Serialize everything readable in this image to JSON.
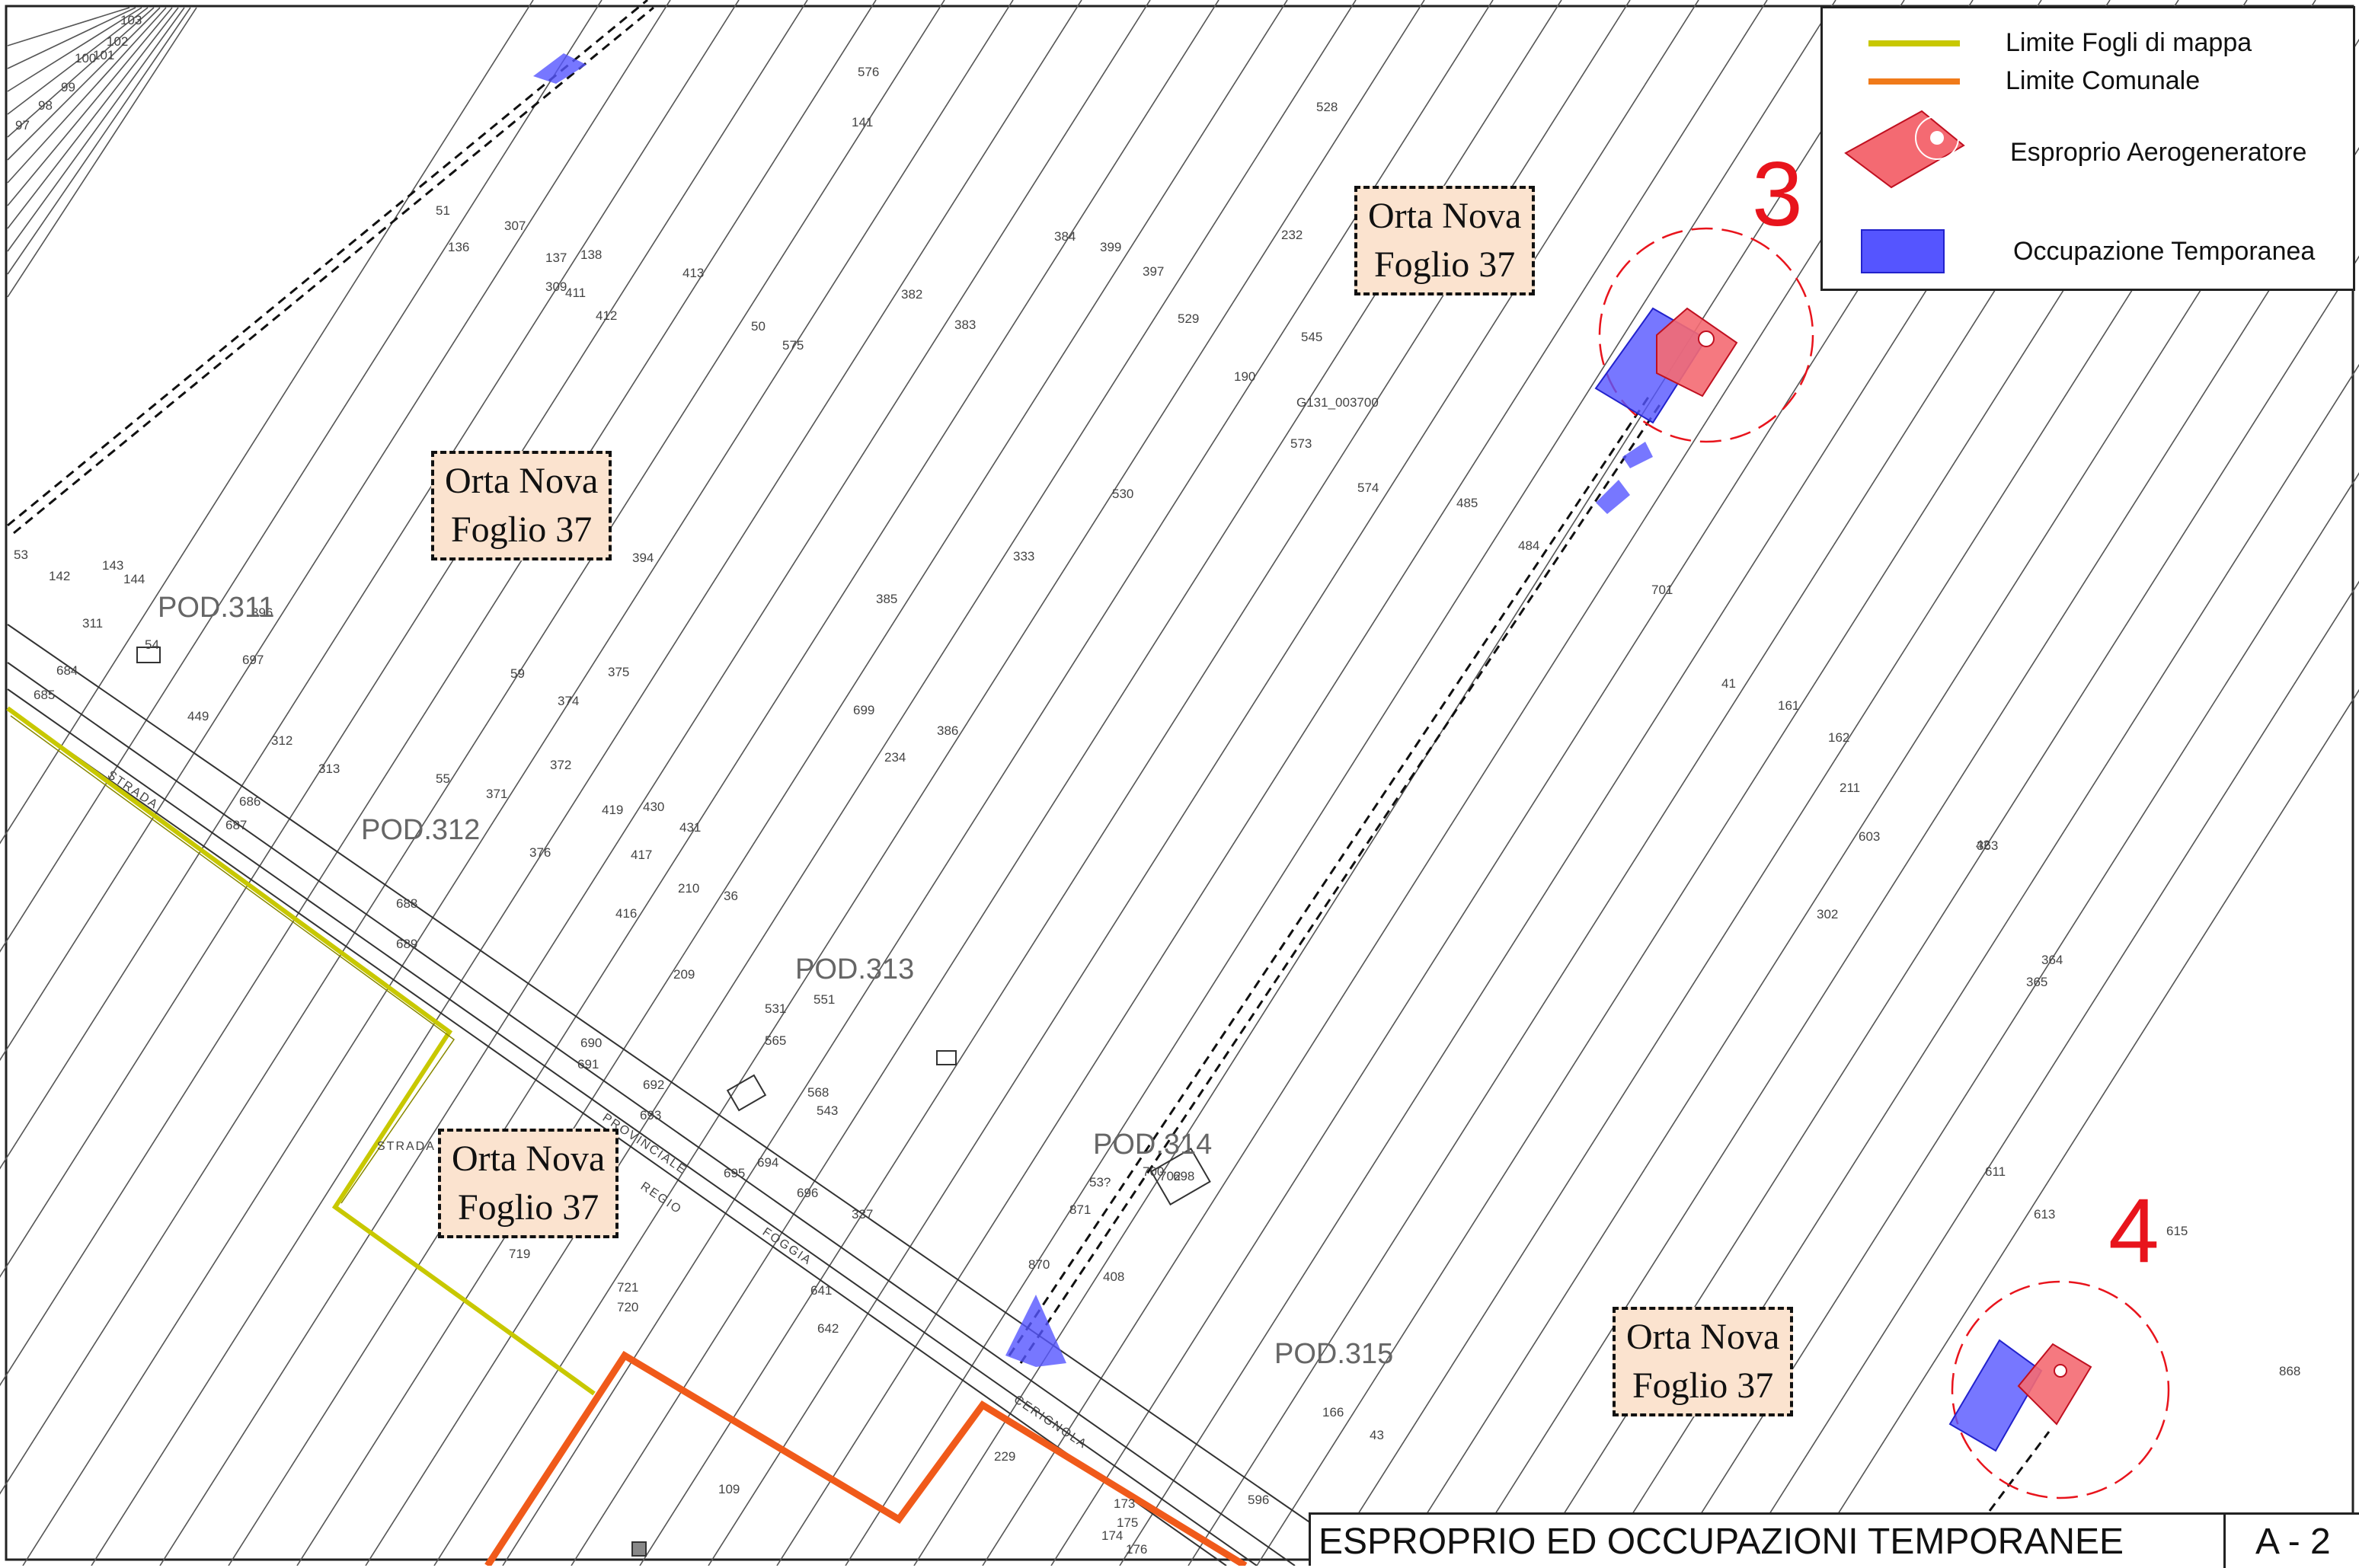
{
  "legend": {
    "items": [
      {
        "label": "Limite Fogli di mappa",
        "color": "#c8c800"
      },
      {
        "label": "Limite Comunale",
        "color": "#f07a1a"
      },
      {
        "label": "Esproprio Aerogeneratore",
        "color": "#f46a72"
      },
      {
        "label": "Occupazione Temporanea",
        "color": "#5555ff"
      }
    ]
  },
  "sheet_labels": [
    {
      "line1": "Orta Nova",
      "line2": "Foglio 37"
    },
    {
      "line1": "Orta Nova",
      "line2": "Foglio 37"
    },
    {
      "line1": "Orta Nova",
      "line2": "Foglio 37"
    },
    {
      "line1": "Orta Nova",
      "line2": "Foglio 37"
    }
  ],
  "turbines": [
    {
      "number": "3"
    },
    {
      "number": "4"
    }
  ],
  "pod_labels": [
    "POD.311",
    "POD.312",
    "POD.313",
    "POD.314",
    "POD.315"
  ],
  "parcel_numbers": [
    "103",
    "102",
    "101",
    "100",
    "99",
    "98",
    "97",
    "576",
    "528",
    "141",
    "51",
    "136",
    "307",
    "137",
    "138",
    "309",
    "411",
    "413",
    "412",
    "50",
    "575",
    "382",
    "383",
    "384",
    "399",
    "397",
    "529",
    "232",
    "545",
    "190",
    "G131_003700",
    "573",
    "574",
    "485",
    "484",
    "701",
    "53",
    "142",
    "143",
    "144",
    "311",
    "396",
    "697",
    "54",
    "684",
    "449",
    "312",
    "313",
    "685",
    "686",
    "687",
    "394",
    "385",
    "530",
    "333",
    "59",
    "374",
    "375",
    "372",
    "371",
    "55",
    "376",
    "688",
    "689",
    "690",
    "691",
    "692",
    "693",
    "419",
    "430",
    "417",
    "416",
    "431",
    "210",
    "36",
    "209",
    "699",
    "386",
    "234",
    "531",
    "551",
    "565",
    "568",
    "543",
    "694",
    "695",
    "696",
    "337",
    "871",
    "870",
    "408",
    "641",
    "642",
    "719",
    "721",
    "720",
    "166",
    "43",
    "596",
    "229",
    "109",
    "173",
    "175",
    "174",
    "176",
    "41",
    "161",
    "162",
    "211",
    "363",
    "364",
    "365",
    "42",
    "603",
    "302",
    "611",
    "613",
    "615",
    "868",
    "702",
    "53?",
    "698",
    "700"
  ],
  "street_labels": [
    "STRADA",
    "PROVINCIALE",
    "REGIO",
    "FOGGIA",
    "CERIGNOLA",
    "STRADA"
  ],
  "title": {
    "text": "ESPROPRIO ED OCCUPAZIONI TEMPORANEE",
    "code": "A - 2"
  },
  "colors": {
    "boundary_fogli": "#c8c800",
    "boundary_comunale": "#f07a1a",
    "esproprio": "#f46a72",
    "occupazione": "#5555ff",
    "turbine_number": "#e8141c",
    "sheet_box_bg": "#fbe3cf"
  }
}
